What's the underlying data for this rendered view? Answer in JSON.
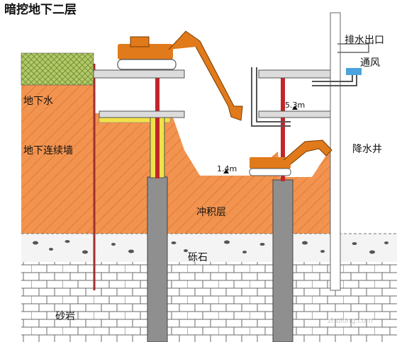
{
  "title": "暗挖地下二层",
  "labels": {
    "groundwater": "地下水",
    "diaphragm_wall": "地下连续墙",
    "alluvium": "冲积层",
    "gravel": "砾石",
    "sandstone": "砂岩",
    "drain_outlet": "排水出口",
    "ventilation": "通风",
    "dewatering_well": "降水井"
  },
  "dimensions": {
    "upper_depth": "5.3m",
    "lower_depth": "1.4m"
  },
  "colors": {
    "soil": "#f2944f",
    "soil_hatch": "#d8682c",
    "pile": "#8f8f8f",
    "column": "#c2262a",
    "excavator": "#e07a1a",
    "green_fill": "#b3c96a",
    "yellow_fill": "#f1e24a",
    "slab": "#dcdcdc"
  },
  "watermark": "zhulong.com"
}
